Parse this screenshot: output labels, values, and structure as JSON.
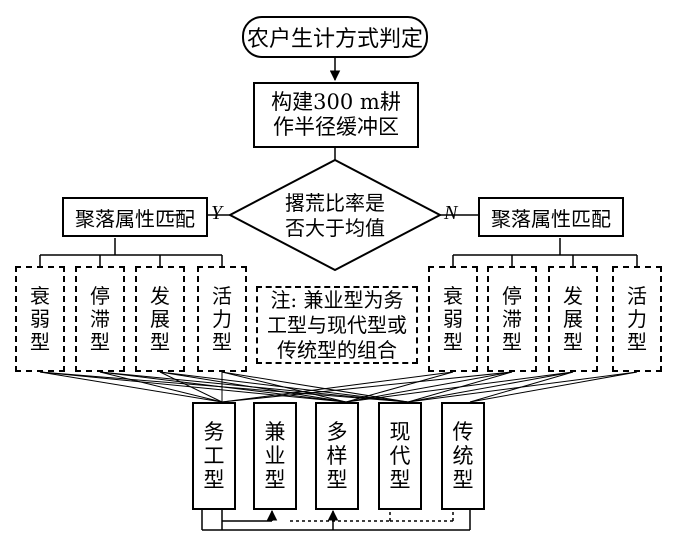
{
  "title": "农户生计方式判定",
  "step_buffer": "构建300 m耕作半径缓冲区",
  "decision": "撂荒比率是否大于均值",
  "branch_yes": "Y",
  "branch_no": "N",
  "match_label": "聚落属性匹配",
  "settlement_types": [
    "衰弱型",
    "停滞型",
    "发展型",
    "活力型"
  ],
  "note": "注: 兼业型为务工型与现代型或传统型的组合",
  "livelihood_types": [
    "务工型",
    "兼业型",
    "多样型",
    "现代型",
    "传统型"
  ]
}
